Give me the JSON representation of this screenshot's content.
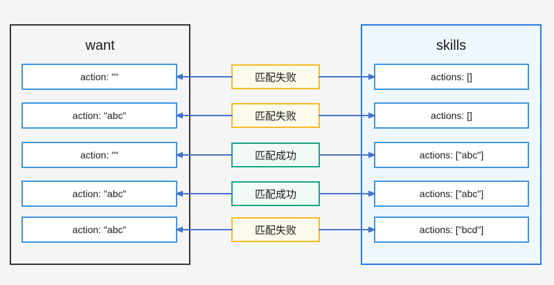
{
  "diagram": {
    "title_left": "want",
    "title_right": "skills",
    "background_color": "#f5f5f5",
    "left_panel": {
      "border_color": "#333333",
      "fill_color": "#f5f5f5",
      "items": [
        {
          "label": "action: \"\""
        },
        {
          "label": "action: \"abc\""
        },
        {
          "label": "action: \"\""
        },
        {
          "label": "action: \"abc\""
        },
        {
          "label": "action: \"abc\""
        }
      ]
    },
    "right_panel": {
      "border_color": "#2878e8",
      "fill_color": "#eff7fe",
      "items": [
        {
          "label": "actions: []"
        },
        {
          "label": "actions: []"
        },
        {
          "label": "actions: [\"abc\"]"
        },
        {
          "label": "actions: [\"abc\"]"
        },
        {
          "label": "actions: [\"bcd\"]"
        }
      ]
    },
    "status_boxes": [
      {
        "label": "匹配失败",
        "state": "fail",
        "border_color": "#f5ba25",
        "fill_color": "#fdfbec"
      },
      {
        "label": "匹配失败",
        "state": "fail",
        "border_color": "#f5ba25",
        "fill_color": "#fdfbec"
      },
      {
        "label": "匹配成功",
        "state": "success",
        "border_color": "#17a589",
        "fill_color": "#f1faf5"
      },
      {
        "label": "匹配成功",
        "state": "success",
        "border_color": "#17a589",
        "fill_color": "#f1faf5"
      },
      {
        "label": "匹配失败",
        "state": "fail",
        "border_color": "#f5ba25",
        "fill_color": "#fdfbec"
      }
    ],
    "connector_color": "#4472c4"
  }
}
